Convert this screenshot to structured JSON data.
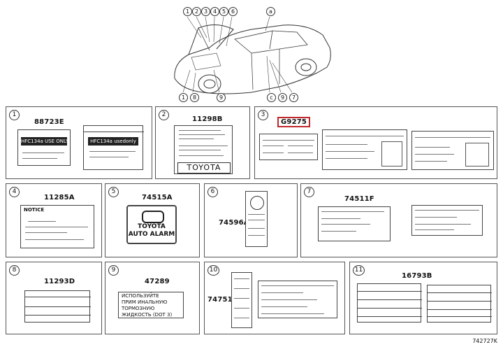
{
  "overview_callouts": {
    "top": [
      "1",
      "2",
      "3",
      "4",
      "5",
      "6"
    ],
    "top_right": "a",
    "bottom_left": [
      "1",
      "8"
    ],
    "bottom_mid": "9",
    "bottom_right": [
      "c",
      "9",
      "7"
    ]
  },
  "panels": [
    {
      "num": "1",
      "code": "88723E",
      "label_a": "HFC134a USE ONLY",
      "label_b": "HFC134a usedonly"
    },
    {
      "num": "2",
      "code": "11298B",
      "brand": "TOYOTA"
    },
    {
      "num": "3",
      "code": "G9275"
    },
    {
      "num": "4",
      "code": "11285A",
      "notice": "NOTICE"
    },
    {
      "num": "5",
      "code": "74515A",
      "brand": "TOYOTA",
      "alarm": "AUTO ALARM"
    },
    {
      "num": "6",
      "code": "74596A"
    },
    {
      "num": "7",
      "code": "74511F"
    },
    {
      "num": "8",
      "code": "11293D"
    },
    {
      "num": "9",
      "code": "47289",
      "lines": [
        "ИСПОЛЬЗУЙТЕ",
        "ПРИМ ИНАЛЬНУЮ",
        "ТОРМОЗНУЮ",
        "ЖИДКОСТЬ (DOT 3)"
      ]
    },
    {
      "num": "10",
      "code": "74751"
    },
    {
      "num": "11",
      "code": "16793B"
    }
  ],
  "footer": "742727K",
  "colors": {
    "highlight": "#c0282d",
    "line": "#555555"
  }
}
